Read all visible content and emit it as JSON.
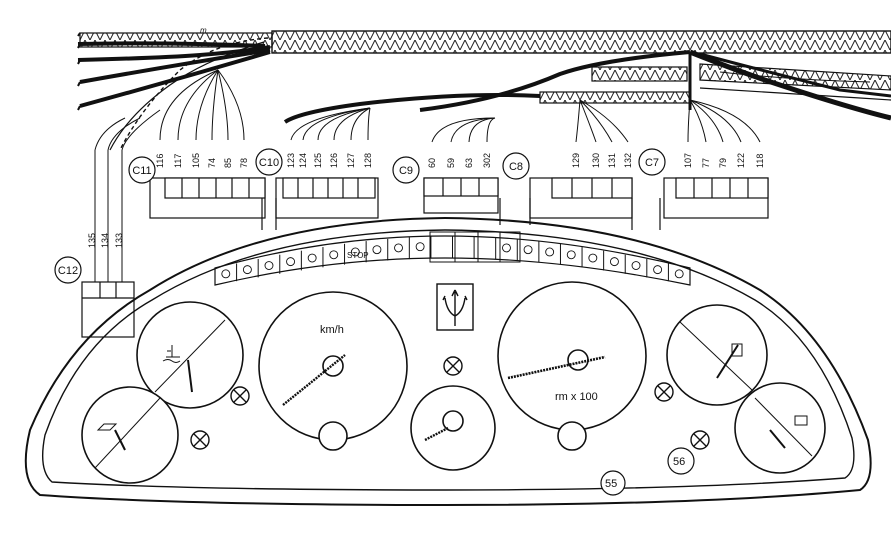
{
  "connectors": [
    {
      "id": "C11",
      "wires": [
        "116",
        "117",
        "105",
        "74",
        "85",
        "78"
      ]
    },
    {
      "id": "C10",
      "wires": [
        "123",
        "124",
        "125",
        "126",
        "127",
        "128"
      ]
    },
    {
      "id": "C9",
      "wires": [
        "60",
        "59",
        "63",
        "302"
      ]
    },
    {
      "id": "C8",
      "wires": [
        "129",
        "130",
        "131",
        "132"
      ]
    },
    {
      "id": "C7",
      "wires": [
        "107",
        "77",
        "79",
        "122",
        "118"
      ]
    },
    {
      "id": "C12",
      "wires": [
        "135",
        "134",
        "133"
      ]
    }
  ],
  "callouts": {
    "panel": "55",
    "lamp": "56"
  },
  "speedo_unit": "km/h",
  "tacho_unit": "rm x 100",
  "warning_lights": [
    "STOP"
  ],
  "harness_mark": "m"
}
